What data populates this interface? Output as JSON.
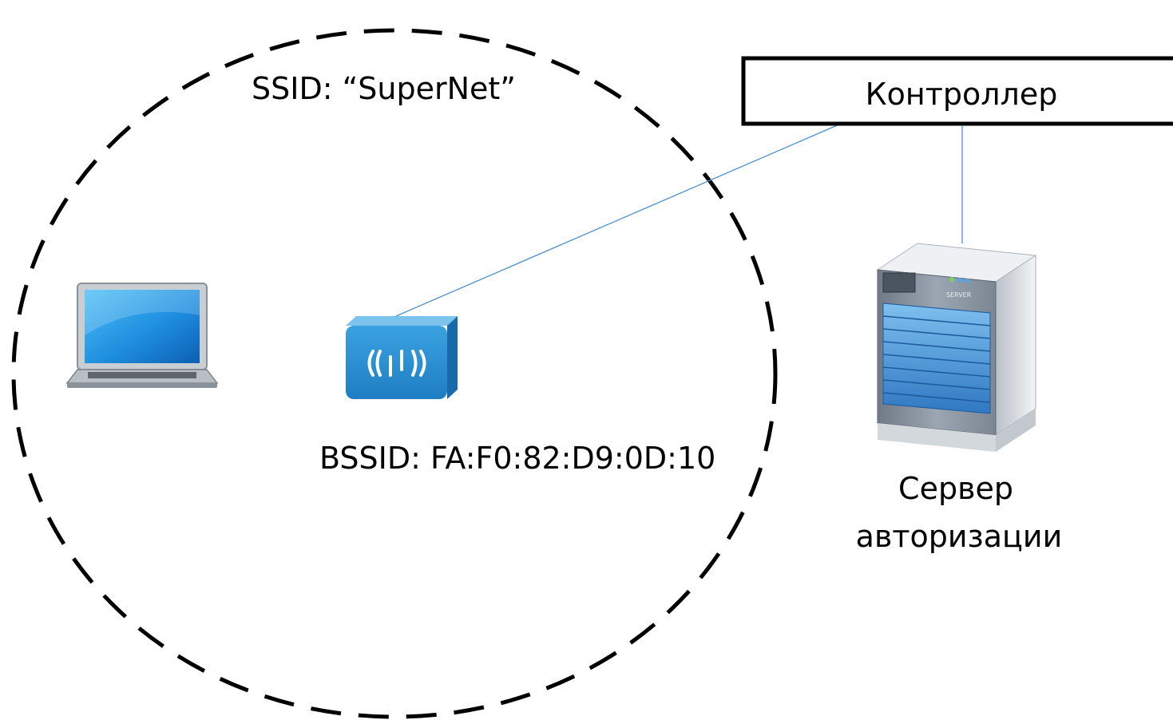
{
  "network": {
    "ssid_label": "SSID: “SuperNet”",
    "bssid_label": "BSSID: FA:F0:82:D9:0D:10"
  },
  "controller": {
    "label": "Контроллер"
  },
  "server": {
    "label_line1": "Сервер",
    "label_line2": "авторизации",
    "badge": "SERVER"
  },
  "colors": {
    "link": "#4a8fd0",
    "access_point": "#2b8ed1",
    "laptop_screen": "#1e8fe0",
    "server_panel": "#3a86cf"
  },
  "icons": {
    "laptop": "laptop-icon",
    "access_point": "wireless-access-point-icon",
    "server": "server-icon"
  }
}
